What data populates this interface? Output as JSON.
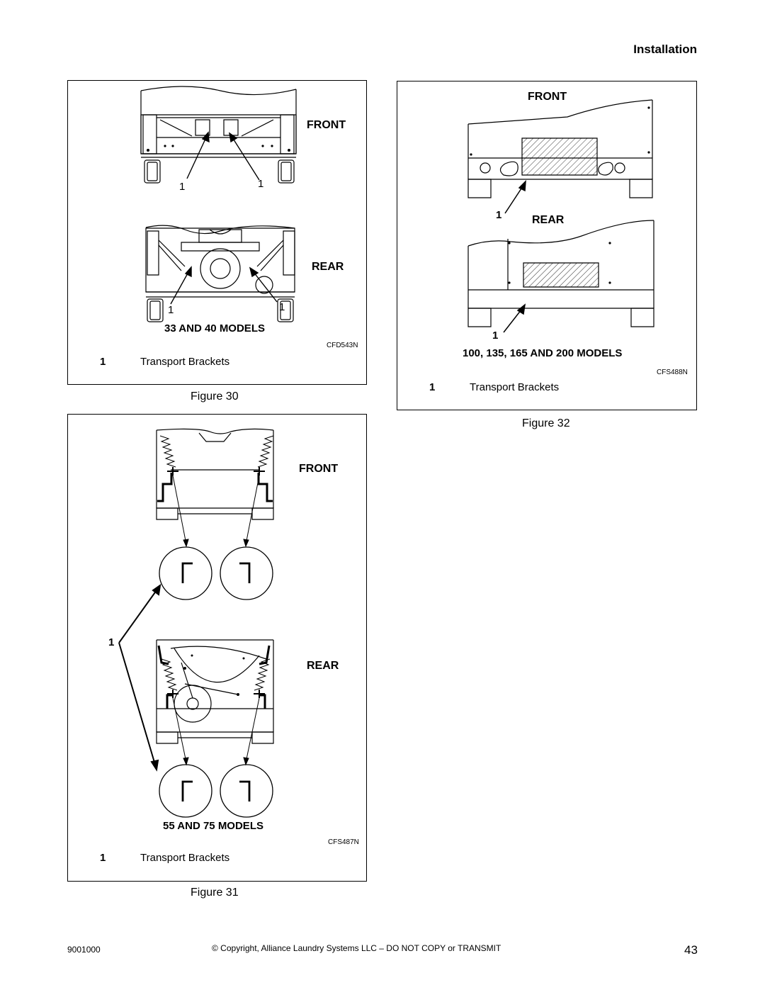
{
  "header": {
    "section_title": "Installation"
  },
  "figure30": {
    "caption": "Figure 30",
    "front_label": "FRONT",
    "rear_label": "REAR",
    "callout": "1",
    "models": "33 AND 40 MODELS",
    "drawing_code": "CFD543N",
    "legend": {
      "number": "1",
      "text": "Transport Brackets"
    }
  },
  "figure31": {
    "caption": "Figure 31",
    "front_label": "FRONT",
    "rear_label": "REAR",
    "callout": "1",
    "models": "55 AND 75 MODELS",
    "drawing_code": "CFS487N",
    "legend": {
      "number": "1",
      "text": "Transport Brackets"
    }
  },
  "figure32": {
    "caption": "Figure 32",
    "front_label": "FRONT",
    "rear_label": "REAR",
    "callout": "1",
    "models": "100, 135, 165 AND 200 MODELS",
    "drawing_code": "CFS488N",
    "legend": {
      "number": "1",
      "text": "Transport Brackets"
    }
  },
  "footer": {
    "doc_number": "9001000",
    "copyright": "© Copyright, Alliance Laundry Systems LLC – DO NOT COPY or TRANSMIT",
    "page_number": "43"
  }
}
